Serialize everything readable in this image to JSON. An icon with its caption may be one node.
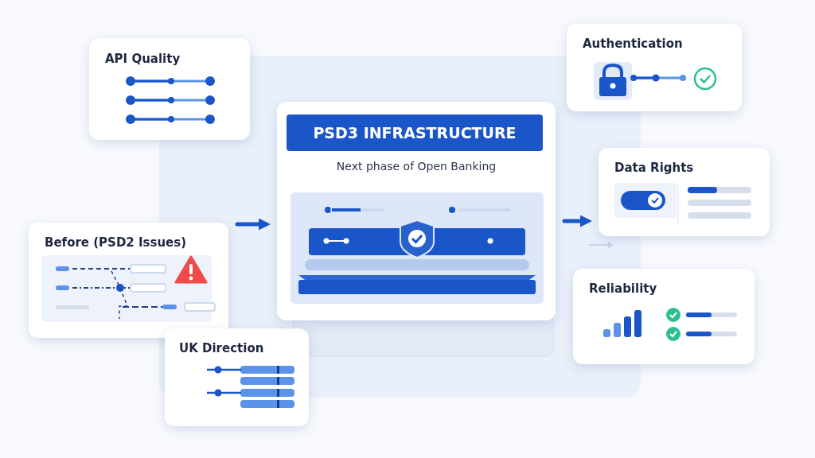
{
  "diagram": {
    "nodes": [
      {
        "text": [
          "API Quality"
        ]
      },
      {
        "text": [
          "Before (PSD2 Issues)"
        ]
      },
      {
        "text": [
          "UK Direction"
        ]
      },
      {
        "text": [
          "PSD3 INFRASTRUCTURE",
          "Next phase of Open Banking"
        ]
      },
      {
        "text": [
          "Authentication"
        ]
      },
      {
        "text": [
          "Data Rights"
        ]
      },
      {
        "text": [
          "Reliability"
        ]
      }
    ],
    "edges": [
      {
        "from": 1,
        "to": 3,
        "arrow": "to"
      },
      {
        "from": 3,
        "to": 5,
        "arrow": "to"
      }
    ]
  }
}
